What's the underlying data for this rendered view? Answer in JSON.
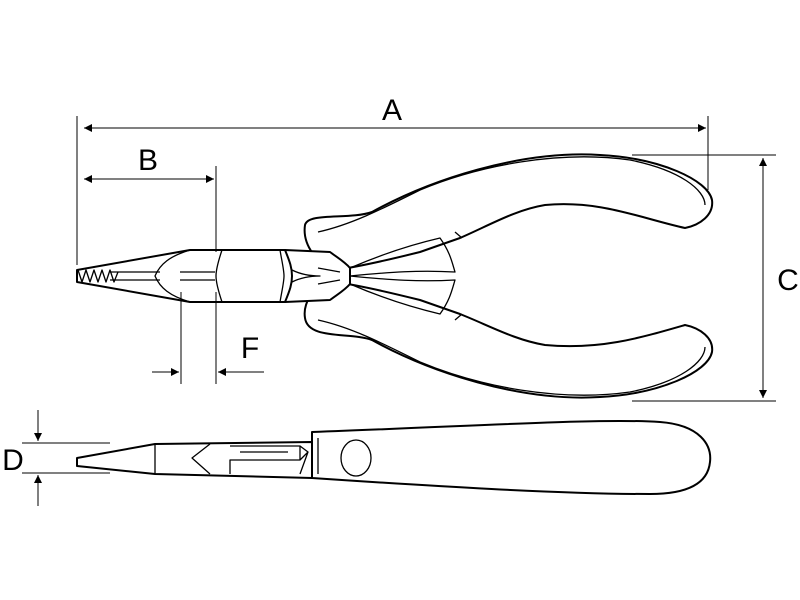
{
  "diagram": {
    "labels": {
      "A": "A",
      "B": "B",
      "C": "C",
      "D": "D",
      "F": "F"
    },
    "colors": {
      "line": "#000000",
      "background": "#ffffff"
    }
  }
}
